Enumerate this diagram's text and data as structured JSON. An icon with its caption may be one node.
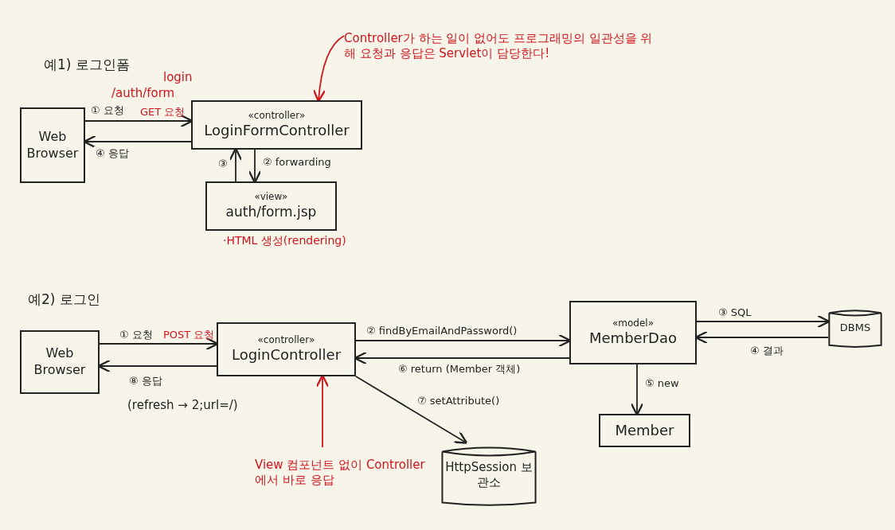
{
  "diagram": {
    "nodes": [
      {
        "text": [
          "Web Browser"
        ]
      },
      {
        "text": [
          "«controller»",
          "LoginFormController"
        ]
      },
      {
        "text": [
          "«view»",
          "auth/form.jsp"
        ],
        "beside": [
          "·HTML 생성(rendering)"
        ]
      },
      {
        "text": [
          "Web Browser"
        ]
      },
      {
        "text": [
          "«controller»",
          "LoginController"
        ]
      },
      {
        "text": [
          "«model»",
          "MemberDao"
        ]
      },
      {
        "text": [
          "DBMS"
        ]
      },
      {
        "text": [
          "Member"
        ]
      },
      {
        "text": [
          "HttpSession 보관소"
        ]
      },
      {
        "text": [
          "Controller가 하는 일이 없어도 프로그래밍의 일관성을 위해 요청과 응답은 Servlet이 담당한다!"
        ]
      },
      {
        "text": [
          "View 컴포넌트 없이 Controller에서 바로 응답"
        ]
      }
    ],
    "edges": [
      {
        "from": 0,
        "to": 1,
        "arrow": "to",
        "label": "① 요청"
      },
      {
        "from": 1,
        "to": 0,
        "arrow": "to",
        "label": "④ 응답"
      },
      {
        "from": 1,
        "to": 2,
        "arrow": "to",
        "label": "② forwarding"
      },
      {
        "from": 2,
        "to": 1,
        "arrow": "to",
        "label": "③"
      },
      {
        "from": 3,
        "to": 4,
        "arrow": "to",
        "label": "① 요청"
      },
      {
        "from": 4,
        "to": 3,
        "arrow": "to",
        "label": "⑧ 응답"
      },
      {
        "from": 4,
        "to": 5,
        "arrow": "to",
        "label": "② findByEmailAndPassword()"
      },
      {
        "from": 5,
        "to": 4,
        "arrow": "to",
        "label": "⑥ return (Member 객체)"
      },
      {
        "from": 5,
        "to": 6,
        "arrow": "to",
        "label": "③ SQL"
      },
      {
        "from": 6,
        "to": 5,
        "arrow": "to",
        "label": "④ 결과"
      },
      {
        "from": 5,
        "to": 7,
        "arrow": "to",
        "label": "⑤ new"
      },
      {
        "from": 4,
        "to": 8,
        "arrow": "to",
        "label": "⑦ setAttribute()"
      },
      {
        "from": 9,
        "to": 1,
        "arrow": "to",
        "color": "#d0141c"
      },
      {
        "from": 10,
        "to": 4,
        "arrow": "to",
        "color": "#d0141c"
      }
    ],
    "labels": [
      "예1) 로그인폼",
      "login",
      "/auth/form",
      "GET 요청",
      "예2) 로그인",
      "POST 요청",
      "(refresh → 2;url=/)"
    ]
  }
}
